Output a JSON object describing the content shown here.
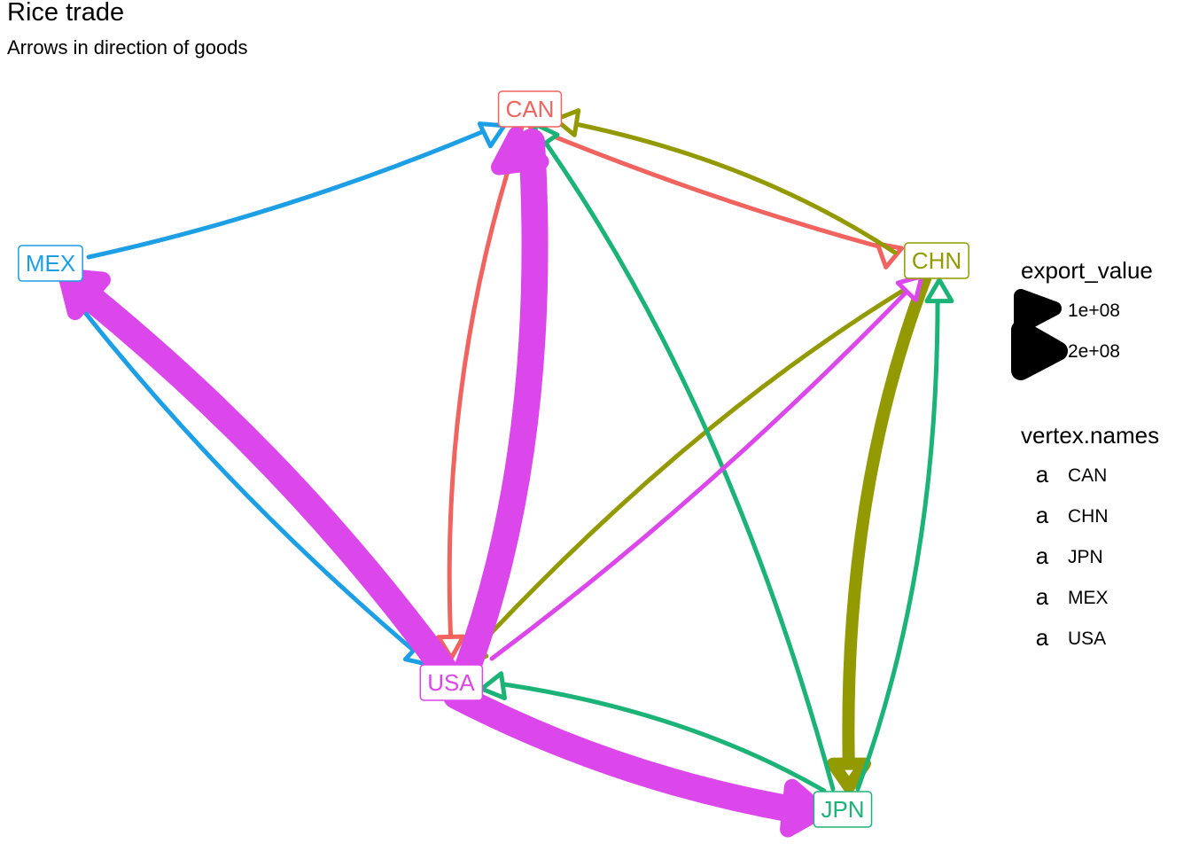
{
  "title": "Rice trade",
  "subtitle": "Arrows in direction of goods",
  "legend": {
    "size_title": "export_value",
    "size_entries": [
      "1e+08",
      "2e+08"
    ],
    "color_title": "vertex.names",
    "color_glyph": "a"
  },
  "colors": {
    "CAN": "#F0635F",
    "CHN": "#939A00",
    "JPN": "#1BB377",
    "MEX": "#1D9FE6",
    "USA": "#DC47EC"
  },
  "chart_data": {
    "type": "network",
    "nodes": [
      "CAN",
      "CHN",
      "JPN",
      "MEX",
      "USA"
    ],
    "edges": [
      {
        "from": "CAN",
        "to": "CHN",
        "weight": "thin"
      },
      {
        "from": "CAN",
        "to": "USA",
        "weight": "thin"
      },
      {
        "from": "CHN",
        "to": "CAN",
        "weight": "thin"
      },
      {
        "from": "CHN",
        "to": "USA",
        "weight": "thin"
      },
      {
        "from": "CHN",
        "to": "JPN",
        "weight": "medium"
      },
      {
        "from": "JPN",
        "to": "CAN",
        "weight": "thin"
      },
      {
        "from": "JPN",
        "to": "CHN",
        "weight": "thin"
      },
      {
        "from": "JPN",
        "to": "USA",
        "weight": "thin"
      },
      {
        "from": "MEX",
        "to": "CAN",
        "weight": "thin"
      },
      {
        "from": "MEX",
        "to": "USA",
        "weight": "thin"
      },
      {
        "from": "USA",
        "to": "CAN",
        "weight": "thick"
      },
      {
        "from": "USA",
        "to": "MEX",
        "weight": "thick"
      },
      {
        "from": "USA",
        "to": "JPN",
        "weight": "thick"
      },
      {
        "from": "USA",
        "to": "CHN",
        "weight": "thin"
      }
    ]
  }
}
